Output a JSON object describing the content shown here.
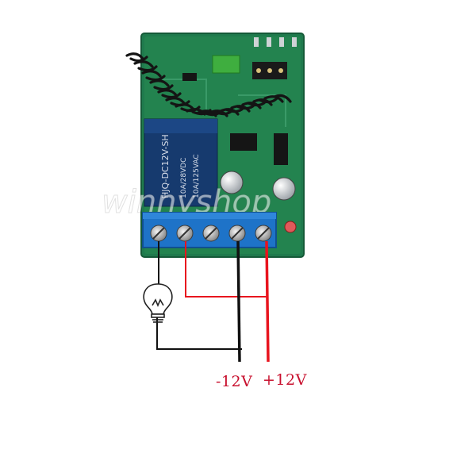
{
  "labels": {
    "negative_supply": "-12V",
    "positive_supply": "+12V",
    "relay_model": "HJQ-DC12V-SH",
    "relay_rating_1": "10A/28VDC",
    "relay_rating_2": "10A/125VAC",
    "watermark": "winnyshop"
  },
  "colors": {
    "board": "#1f7a4d",
    "terminal_block": "#1e73c8",
    "relay": "#163a6e",
    "wire_positive": "#e8141e",
    "wire_negative": "#111111",
    "antenna": "#141414",
    "label_text": "#c8102e"
  },
  "icons": {
    "load": "light-bulb-icon",
    "terminal": "screw-terminal-icon"
  }
}
